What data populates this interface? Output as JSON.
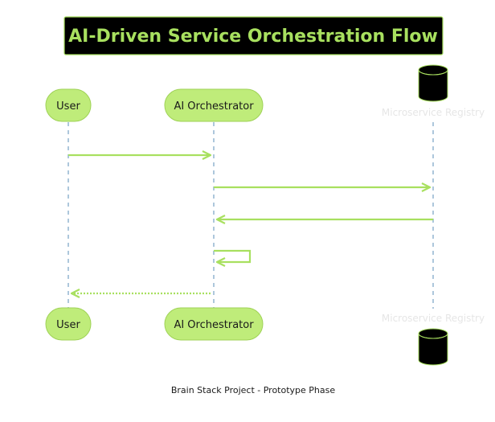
{
  "title": "AI-Driven Service Orchestration Flow",
  "footer": "Brain Stack Project - Prototype Phase",
  "participants": {
    "user": {
      "label": "User",
      "kind": "actor"
    },
    "orchestrator": {
      "label": "AI Orchestrator",
      "kind": "participant"
    },
    "registry": {
      "label": "Microservice Registry",
      "kind": "database"
    }
  },
  "messages": [
    {
      "from": "User",
      "to": "AI Orchestrator",
      "style": "solid"
    },
    {
      "from": "AI Orchestrator",
      "to": "Microservice Registry",
      "style": "solid"
    },
    {
      "from": "Microservice Registry",
      "to": "AI Orchestrator",
      "style": "solid"
    },
    {
      "from": "AI Orchestrator",
      "to": "AI Orchestrator",
      "style": "solid-self"
    },
    {
      "from": "AI Orchestrator",
      "to": "User",
      "style": "dotted-return"
    }
  ],
  "colors": {
    "accent": "#a8e05f",
    "pill_fill": "#bfec7a",
    "pill_stroke": "#9fd257",
    "lifeline": "#5b8fb8",
    "title_bg": "#000000",
    "db_fill": "#000000",
    "registry_label": "#e6e6e6"
  }
}
